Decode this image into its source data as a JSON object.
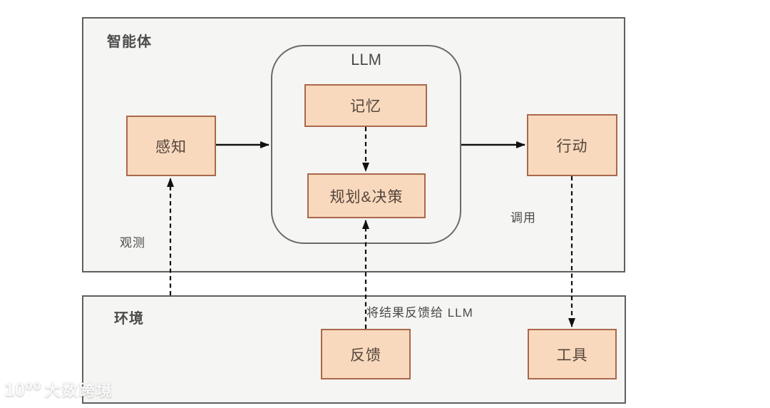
{
  "diagram": {
    "agent": {
      "label": "智能体"
    },
    "environment": {
      "label": "环境"
    },
    "llm": {
      "label": "LLM"
    },
    "nodes": {
      "perception": {
        "label": "感知"
      },
      "memory": {
        "label": "记忆"
      },
      "planning_decision": {
        "label": "规划&决策"
      },
      "action": {
        "label": "行动"
      },
      "feedback": {
        "label": "反馈"
      },
      "tools": {
        "label": "工具"
      }
    },
    "edge_labels": {
      "observation": "观测",
      "invocation": "调用",
      "feed_results_to_llm": "将结果反馈给 LLM"
    },
    "edges": [
      {
        "from": "perception",
        "to": "llm",
        "style": "solid-arrow",
        "label": ""
      },
      {
        "from": "llm",
        "to": "action",
        "style": "solid-arrow",
        "label": ""
      },
      {
        "from": "memory",
        "to": "planning_decision",
        "style": "dashed-arrow",
        "label": ""
      },
      {
        "from": "feedback",
        "to": "planning_decision",
        "style": "dashed-arrow",
        "label": "将结果反馈给 LLM"
      },
      {
        "from": "action",
        "to": "tools",
        "style": "dashed-arrow",
        "label": "调用"
      },
      {
        "from": "environment",
        "to": "perception",
        "style": "dashed-arrow",
        "label": "观测"
      }
    ],
    "colors": {
      "node_fill": "#f8d9bd",
      "node_border": "#aa684b",
      "container_fill": "#f5f5f3",
      "container_border": "#5f5f5f",
      "arrow": "#111111"
    }
  },
  "watermark": {
    "logo": "10⁰⁰",
    "brand": "大数跨境"
  }
}
